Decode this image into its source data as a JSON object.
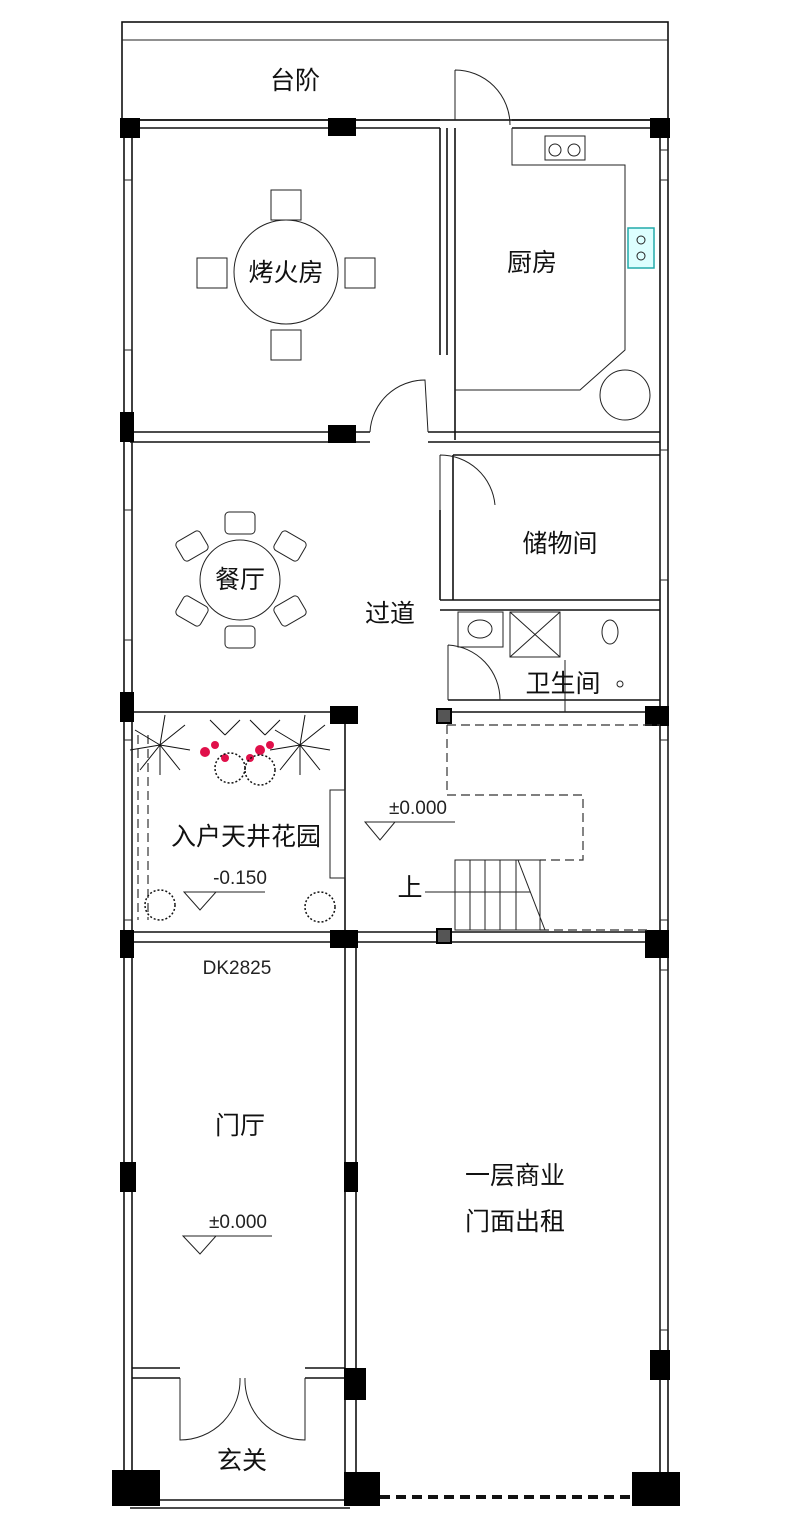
{
  "plan": {
    "rooms": {
      "steps": "台阶",
      "fire_room": "烤火房",
      "kitchen": "厨房",
      "dining": "餐厅",
      "storage": "储物间",
      "corridor": "过道",
      "bathroom": "卫生间",
      "courtyard_garden": "入户天井花园",
      "foyer": "门厅",
      "shop_line1": "一层商业",
      "shop_line2": "门面出租",
      "entrance": "玄关"
    },
    "levels": {
      "courtyard": "-0.150",
      "corridor": "±0.000",
      "foyer": "±0.000"
    },
    "stair_label": "上",
    "door_code": "DK2825"
  }
}
